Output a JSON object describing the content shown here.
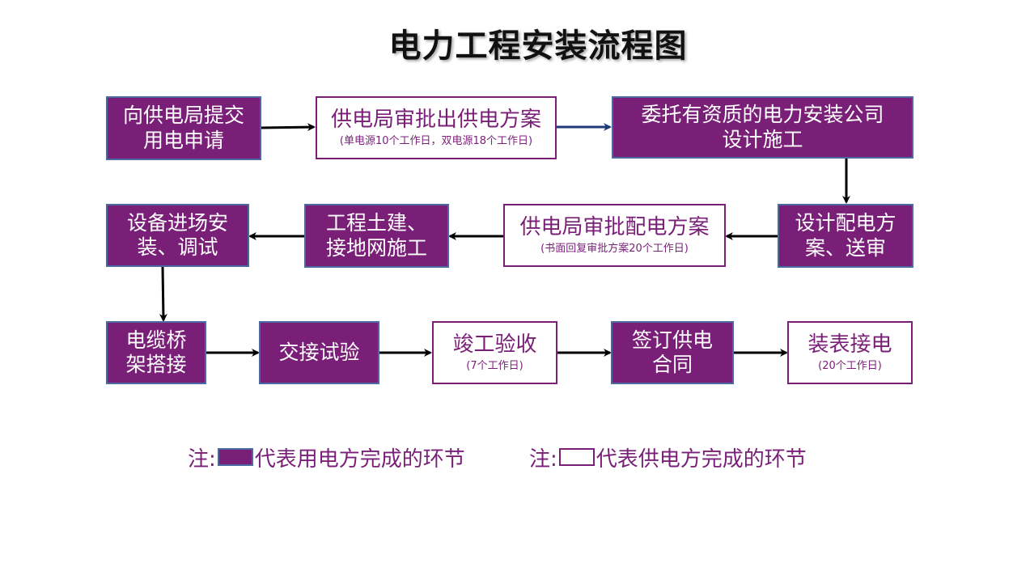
{
  "title": "电力工程安装流程图",
  "steps": [
    {
      "id": "s1",
      "lines": [
        "向供电局提交",
        "用电申请"
      ],
      "sub": "",
      "party": "user"
    },
    {
      "id": "s2",
      "lines": [
        "供电局审批出供电方案"
      ],
      "sub": "(单电源10个工作日，双电源18个工作日)",
      "party": "supplier"
    },
    {
      "id": "s3",
      "lines": [
        "委托有资质的电力安装公司",
        "设计施工"
      ],
      "sub": "",
      "party": "user"
    },
    {
      "id": "s4",
      "lines": [
        "设计配电方",
        "案、送审"
      ],
      "sub": "",
      "party": "user"
    },
    {
      "id": "s5",
      "lines": [
        "供电局审批配电方案"
      ],
      "sub": "(书面回复审批方案20个工作日)",
      "party": "supplier"
    },
    {
      "id": "s6",
      "lines": [
        "工程土建、",
        "接地网施工"
      ],
      "sub": "",
      "party": "user"
    },
    {
      "id": "s7",
      "lines": [
        "设备进场安",
        "装、调试"
      ],
      "sub": "",
      "party": "user"
    },
    {
      "id": "s8",
      "lines": [
        "电缆桥",
        "架搭接"
      ],
      "sub": "",
      "party": "user"
    },
    {
      "id": "s9",
      "lines": [
        "交接试验"
      ],
      "sub": "",
      "party": "user"
    },
    {
      "id": "s10",
      "lines": [
        "竣工验收"
      ],
      "sub": "(7个工作日)",
      "party": "supplier"
    },
    {
      "id": "s11",
      "lines": [
        "签订供电",
        "合同"
      ],
      "sub": "",
      "party": "user"
    },
    {
      "id": "s12",
      "lines": [
        "装表接电"
      ],
      "sub": "(20个工作日)",
      "party": "supplier"
    }
  ],
  "legend": {
    "user": {
      "prefix": "注:",
      "text": "代表用电方完成的环节"
    },
    "supplier": {
      "prefix": "注:",
      "text": "代表供电方完成的环节"
    }
  },
  "colors": {
    "user_fill": "#7a1f78",
    "user_border": "#4b6aa3",
    "supplier_border": "#7a1f78",
    "arrow": "#000000",
    "arrow_blue": "#1f3a7a"
  }
}
